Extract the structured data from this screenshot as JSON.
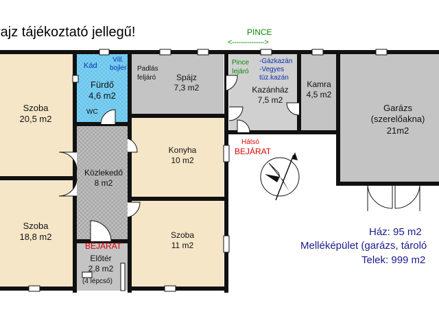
{
  "title": "rajz tájékoztató jellegű!",
  "pince": {
    "label": "PINCE",
    "arrow": "<--------------->"
  },
  "rooms": {
    "szoba1": {
      "name": "Szoba",
      "area": "20,5 m2"
    },
    "szoba2": {
      "name": "Szoba",
      "area": "18,8 m2"
    },
    "furdo": {
      "name": "Fürdő",
      "area": "4,6 m2",
      "kad": "Kád",
      "boiler": "Vill.\nbojler",
      "wc": "WC"
    },
    "padlas": {
      "label": "Padlás\nfeljáró"
    },
    "spajz": {
      "name": "Spájz",
      "area": "7,3 m2"
    },
    "kazanhaz": {
      "name": "Kazánház",
      "area": "7,5 m2",
      "pince_lejaro": "Pince\nlejáró",
      "gazkazan": "-Gázkazán\n-Vegyes\ntüz.kazán"
    },
    "kamra": {
      "name": "Kamra",
      "area": "4,5 m2"
    },
    "garazs": {
      "name": "Garázs",
      "sub": "(szerelőakna)",
      "area": "21m2"
    },
    "konyha": {
      "name": "Konyha",
      "area": "10 m2"
    },
    "kozlekedo": {
      "name": "Közlekedő",
      "area": "8 m2"
    },
    "szoba3": {
      "name": "Szoba",
      "area": "11 m2"
    },
    "eloter": {
      "name": "Előtér",
      "area": "2,8 m2",
      "steps": "(4 lépcső)"
    }
  },
  "entrances": {
    "main": "BEJÁRAT",
    "back_top": "Hátsó",
    "back_bottom": "BEJÁRAT"
  },
  "summary": {
    "haz": "Ház: 95 m2",
    "mellek": "Melléképület (garázs, tároló",
    "telek": "Telek: 999 m2"
  },
  "colors": {
    "wall": "#111111",
    "room": "#f5e6c8",
    "bath": "#7fd3f5",
    "gray": "#c4c4c4",
    "corridor": "#b8b8b8"
  }
}
